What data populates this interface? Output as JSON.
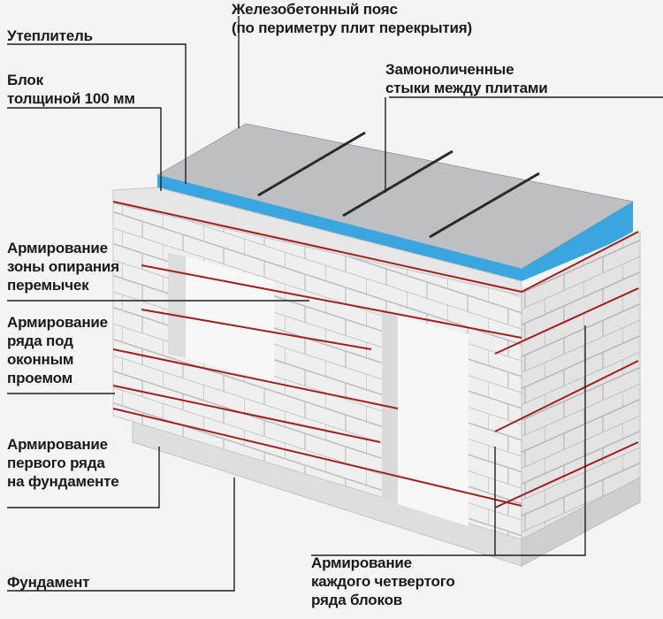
{
  "labels": {
    "belt": [
      "Железобетонный пояс",
      "(по периметру плит перекрытия)"
    ],
    "insulation": [
      "Утеплитель"
    ],
    "block": [
      "Блок",
      "толщиной 100 мм"
    ],
    "joints": [
      "Замоноличенные",
      "стыки между плитами"
    ],
    "lintel": [
      "Армирование",
      "зоны опирания",
      "перемычек"
    ],
    "window": [
      "Армирование",
      "ряда под",
      "оконным",
      "проемом"
    ],
    "first_row": [
      "Армирование",
      "первого ряда",
      "на фундаменте"
    ],
    "foundation": [
      "Фундамент"
    ],
    "every_fourth": [
      "Армирование",
      "каждого четвертого",
      "ряда блоков"
    ]
  },
  "colors": {
    "leader": "#1e1e1e",
    "rebar": "#a3201f",
    "insulation": "#3aa6df",
    "slab": "#b9bbbe",
    "block_face": "#eeeeee",
    "block_side": "#dcdcdc",
    "mortar": "#b8b8b8"
  }
}
